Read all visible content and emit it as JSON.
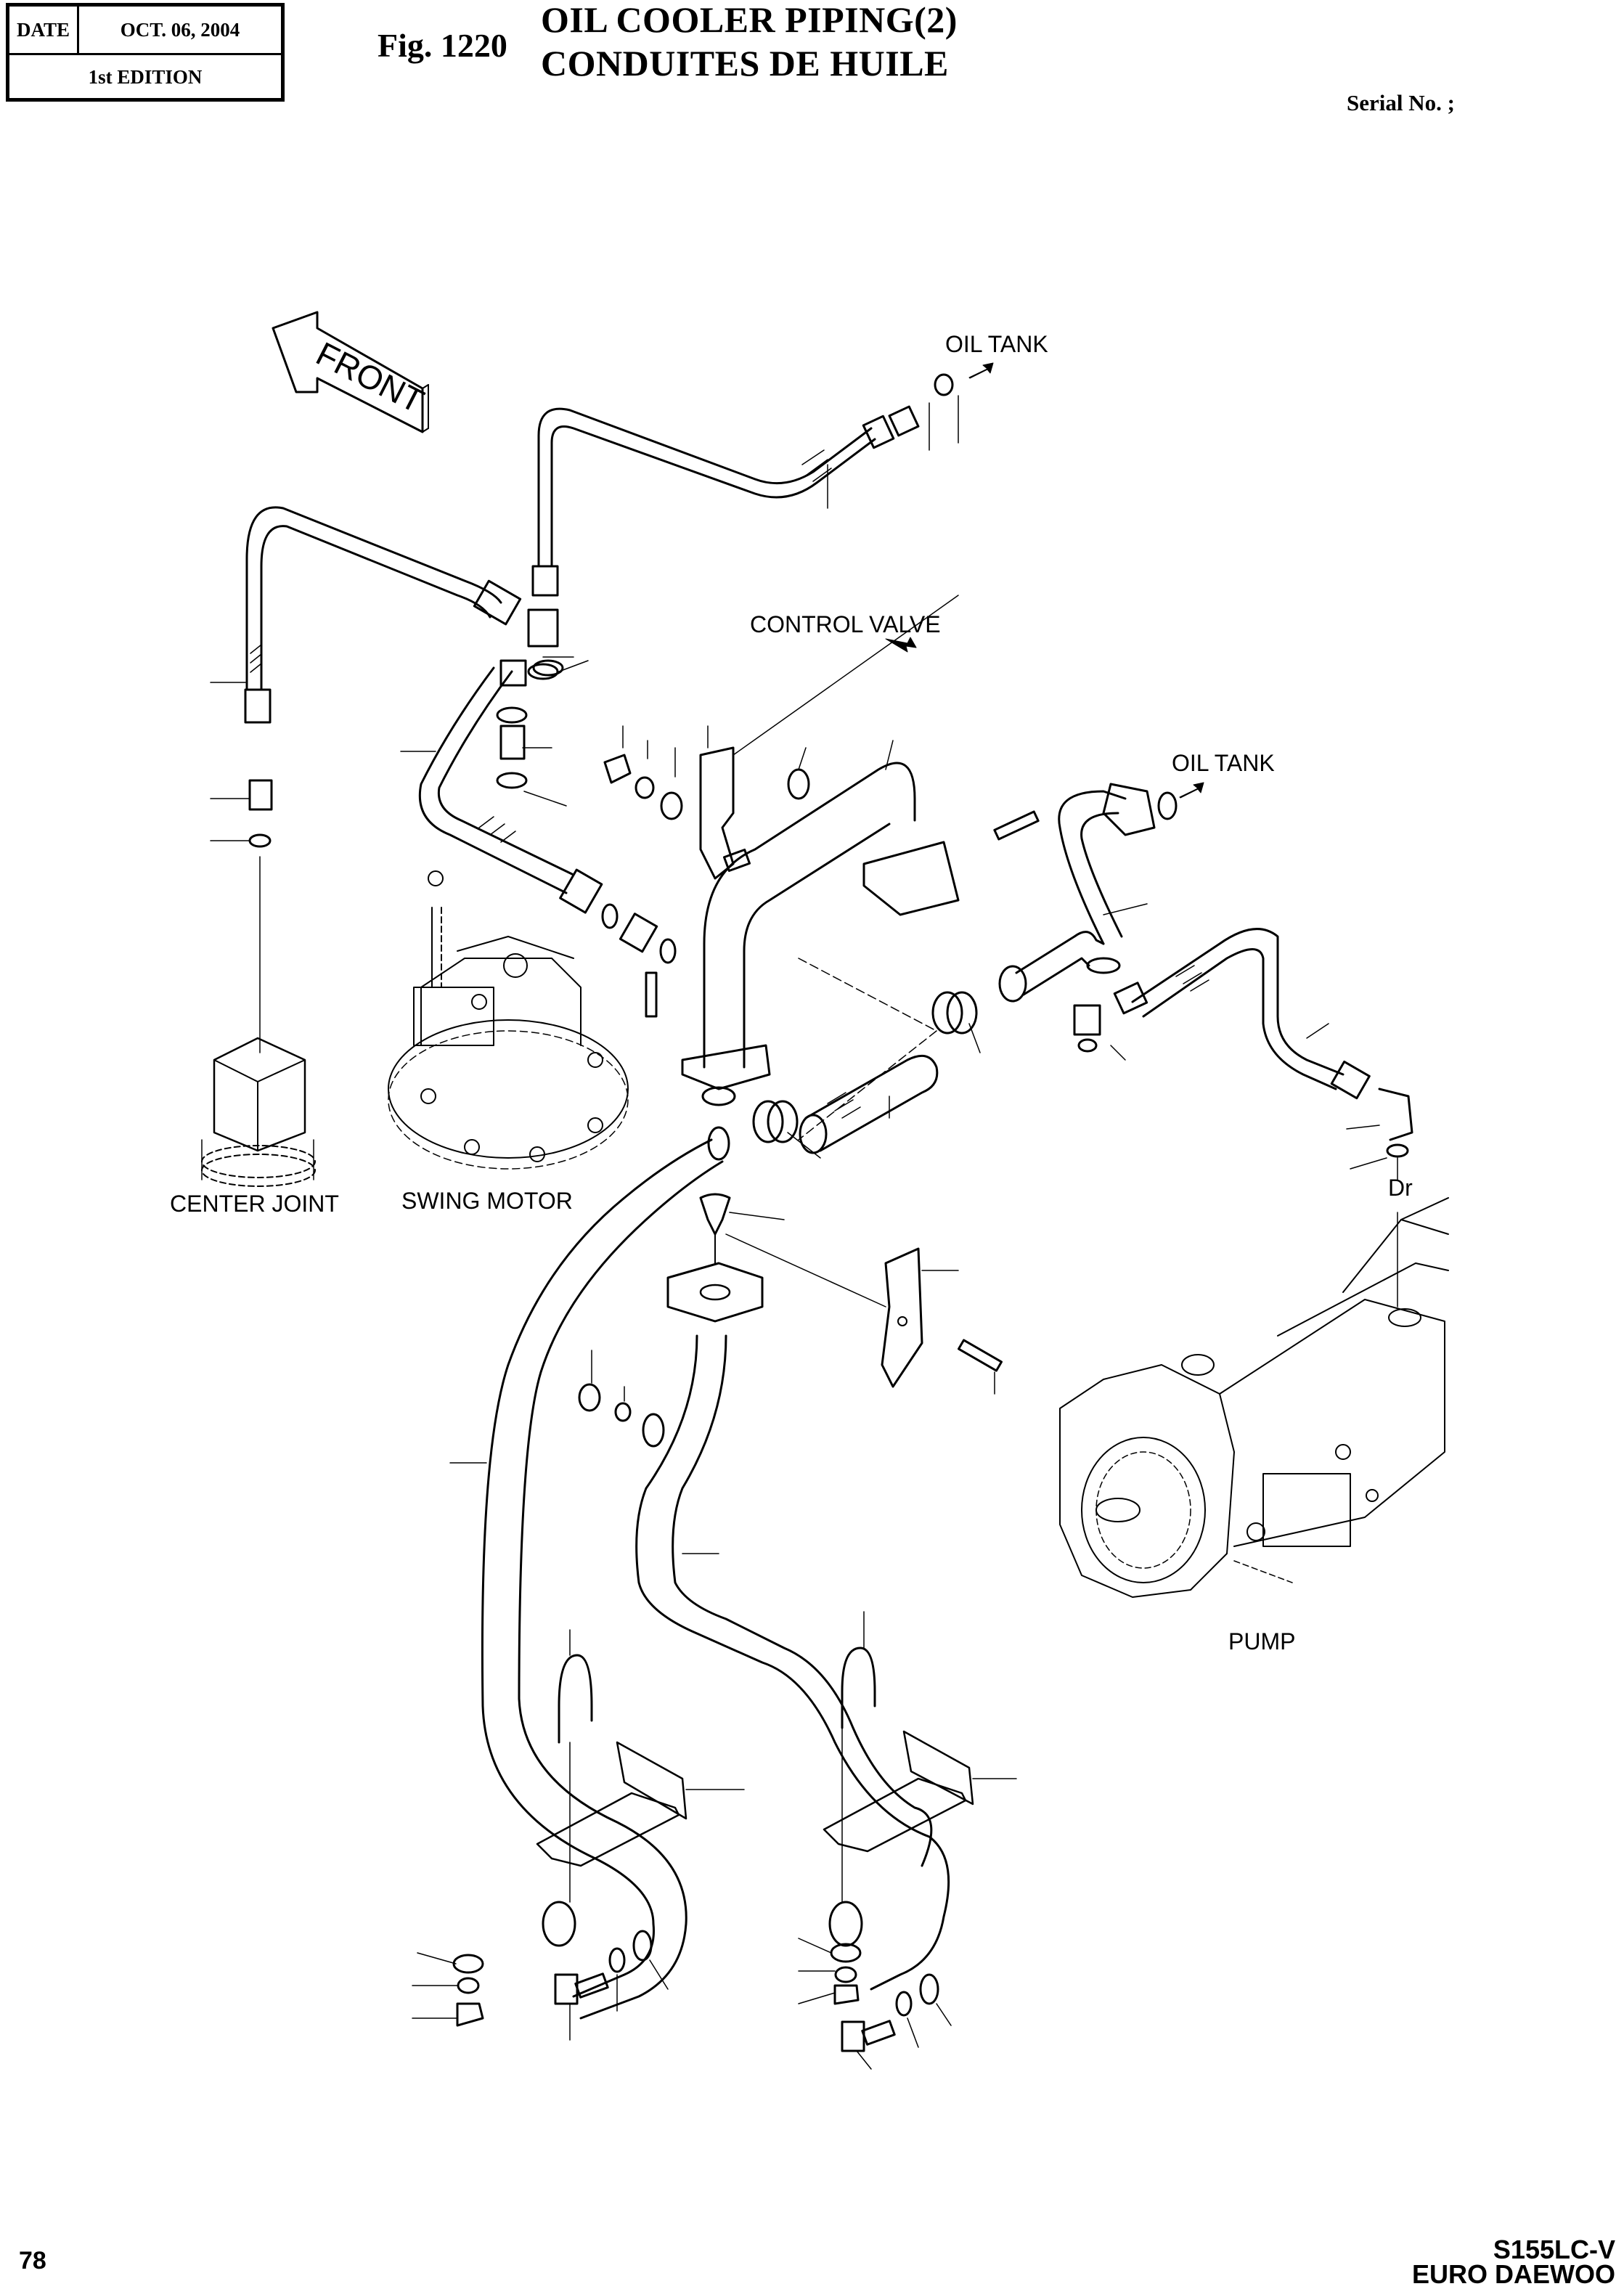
{
  "header": {
    "date_label": "DATE",
    "date_value": "OCT. 06, 2004",
    "edition": "1st EDITION",
    "figure_number": "Fig. 1220",
    "title_en": "OIL COOLER PIPING(2)",
    "title_fr": "CONDUITES DE HUILE",
    "serial_label": "Serial No. ;"
  },
  "diagram": {
    "front_arrow_label": "FRONT",
    "labels": {
      "oil_tank_top": "OIL TANK",
      "control_valve": "CONTROL VALVE",
      "oil_tank_right": "OIL TANK",
      "center_joint": "CENTER JOINT",
      "swing_motor": "SWING MOTOR",
      "drain_port": "Dr",
      "pump": "PUMP"
    }
  },
  "footer": {
    "page_number": "78",
    "model_line1": "S155LC-V",
    "model_line2": "EURO DAEWOO"
  }
}
